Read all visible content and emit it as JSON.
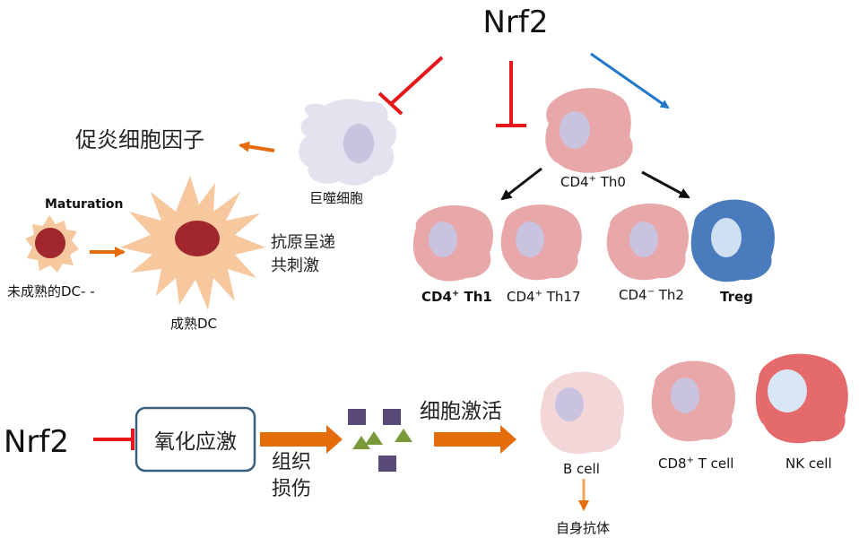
{
  "top": {
    "nrf2_title": "Nrf2",
    "pro_inflammatory": "促炎细胞因子",
    "macrophage": "巨噬细胞",
    "maturation": "Maturation",
    "immature_dc": "未成熟的DC- -",
    "mature_dc": "成熟DC",
    "antigen_presentation_line1": "抗原呈递",
    "antigen_presentation_line2": "共刺激",
    "th0_label": "CD4",
    "th0_sup": "+",
    "th0_suffix": " Th0",
    "th1": {
      "base": "CD4",
      "sup": "+",
      "suffix": " Th1"
    },
    "th17": {
      "base": "CD4",
      "sup": "+",
      "suffix": " Th17"
    },
    "th2": {
      "base": "CD4",
      "sup": "−",
      "suffix": " Th2"
    },
    "treg": "Treg"
  },
  "bottom": {
    "nrf2": "Nrf2",
    "oxidative_stress": "氧化应激",
    "tissue_damage_line1": "组织",
    "tissue_damage_line2": "损伤",
    "cell_activation": "细胞激活",
    "b_cell": "B cell",
    "cd8": {
      "base": "CD8",
      "sup": "+",
      "suffix": " T cell"
    },
    "nk_cell": "NK cell",
    "autoantibody": "自身抗体"
  },
  "colors": {
    "inhibit_red": "#e8161b",
    "activate_blue": "#1f78c8",
    "orange": "#e46c0a",
    "th_cell": "#e8a8aa",
    "nucleus": "#c9c3e0",
    "treg": "#4a7bbd",
    "nk": "#e46a6c",
    "dc": "#f7c79e",
    "dc_nucleus": "#a0272d",
    "box_border": "#3a5f7d"
  }
}
